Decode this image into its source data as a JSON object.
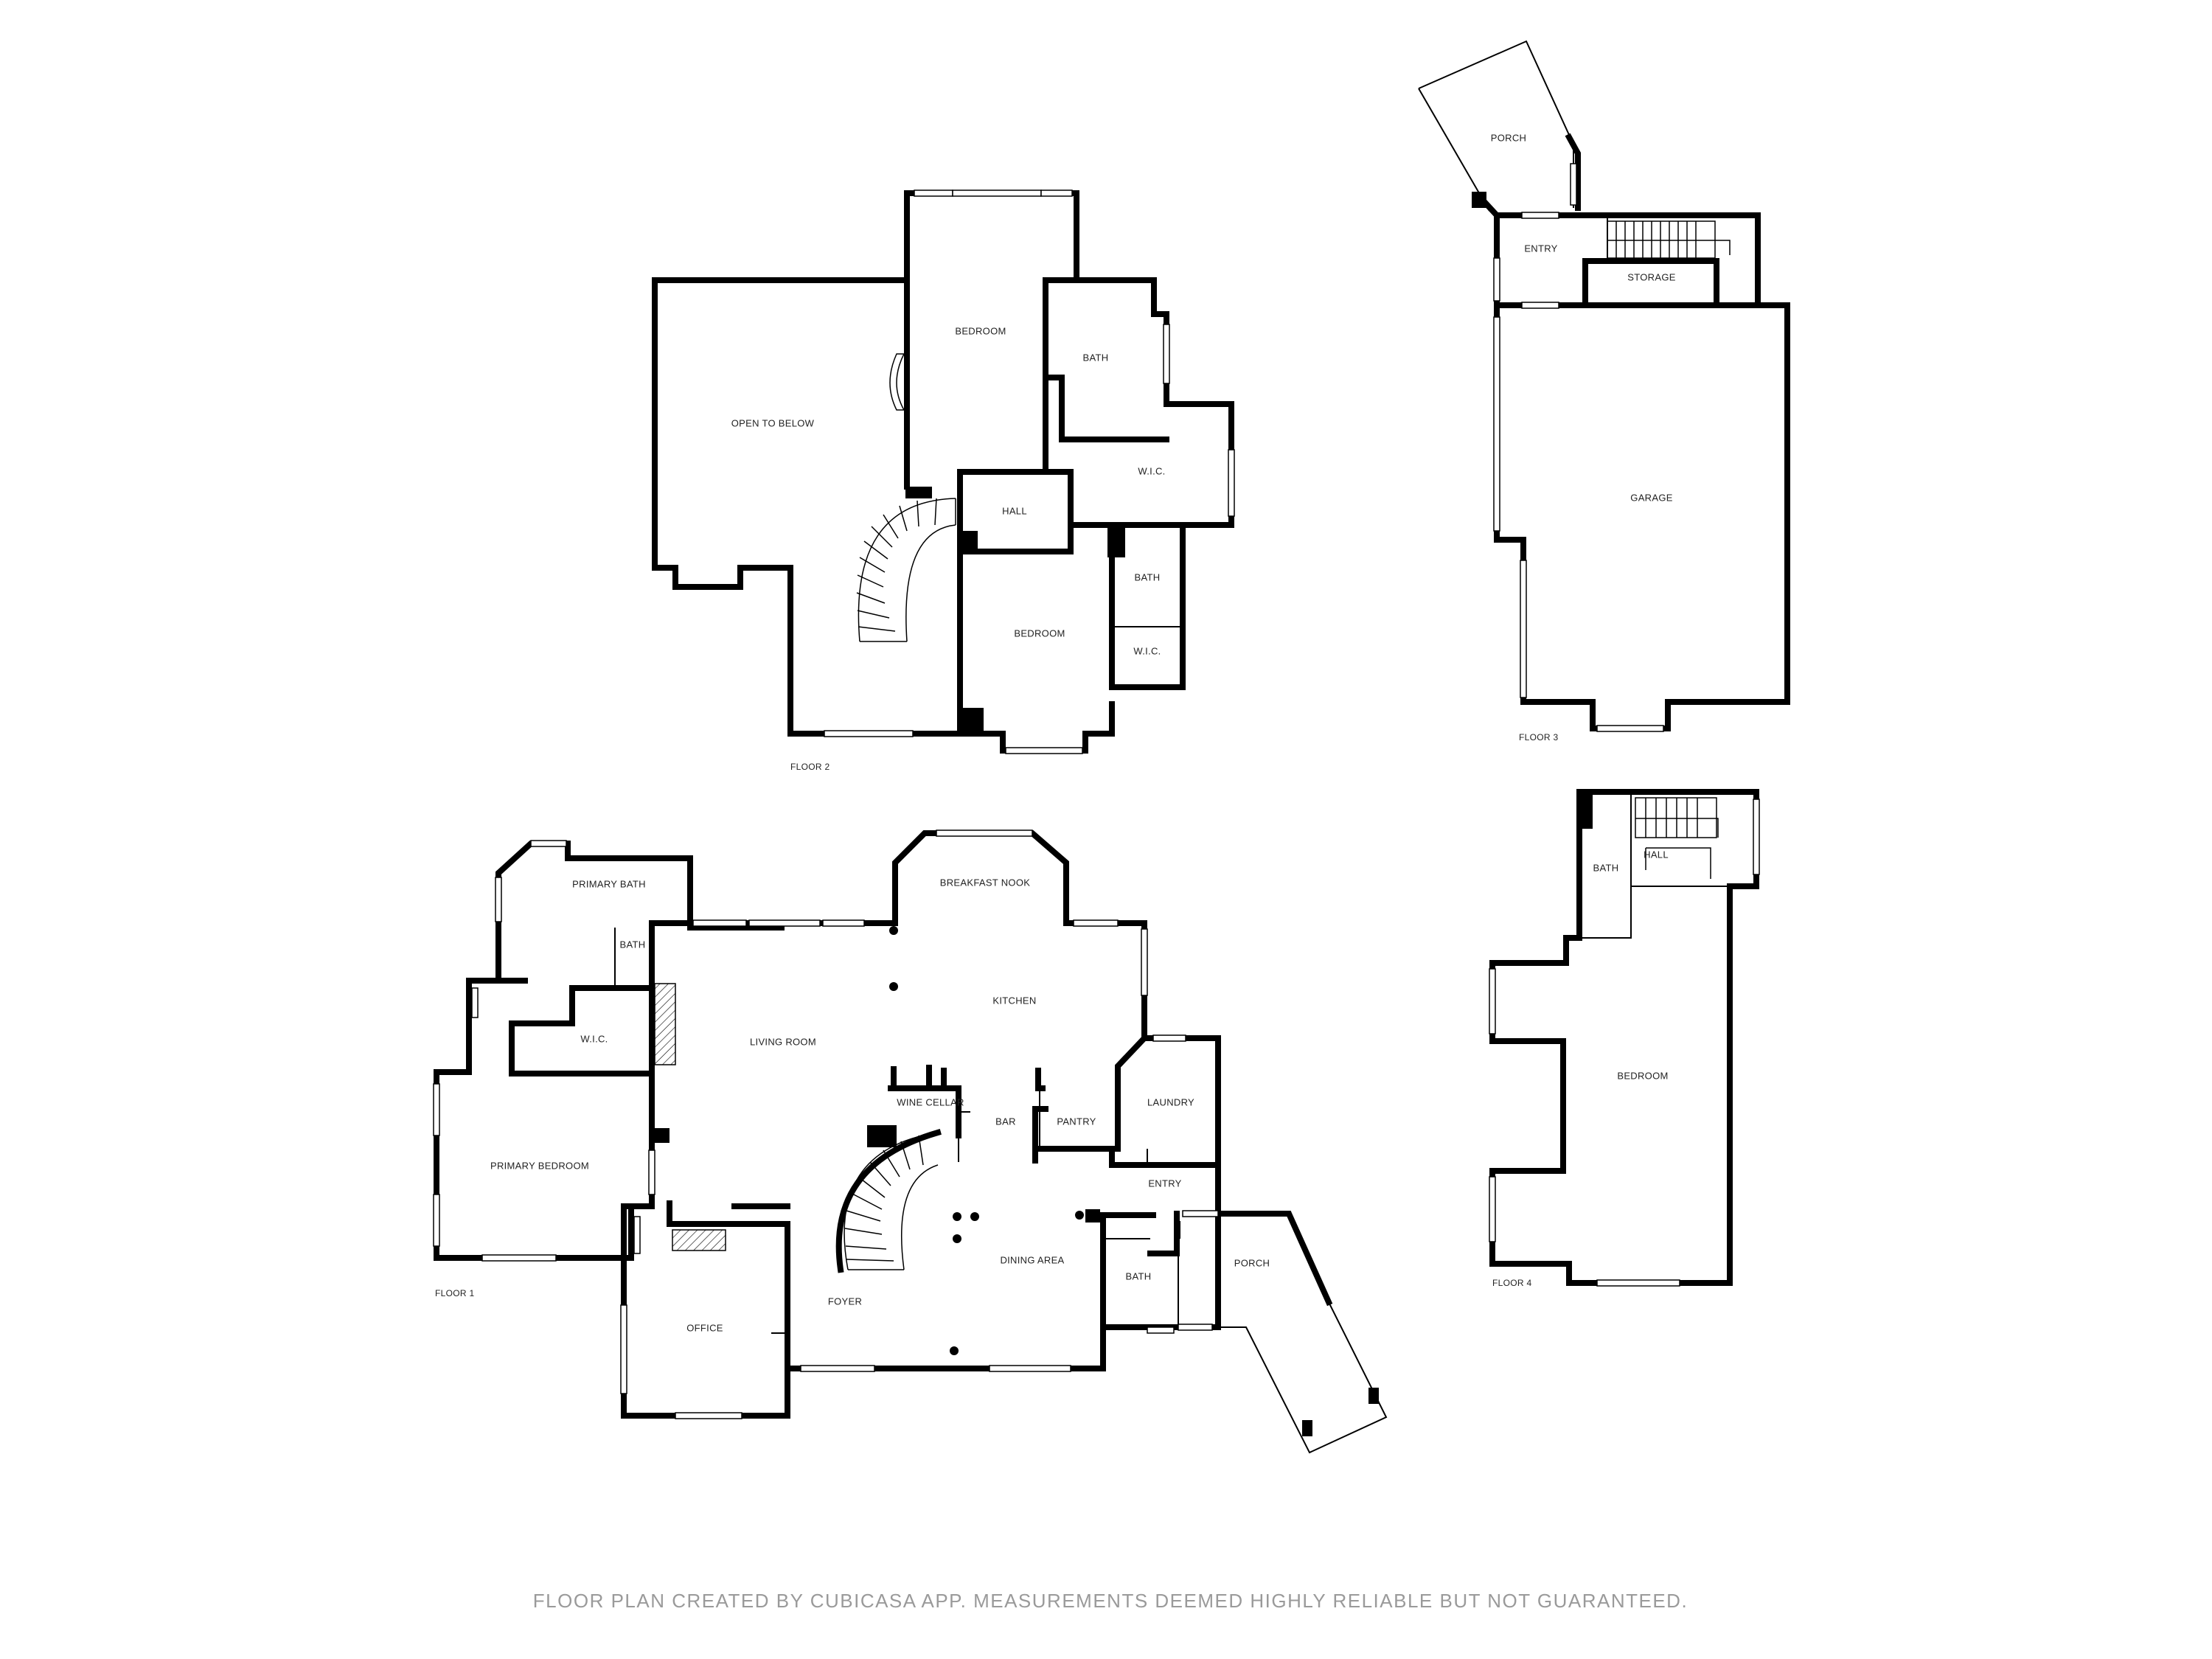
{
  "floors": [
    {
      "label": "FLOOR 1",
      "rooms": [
        "PRIMARY BATH",
        "BATH",
        "W.I.C.",
        "PRIMARY BEDROOM",
        "LIVING ROOM",
        "BREAKFAST NOOK",
        "KITCHEN",
        "WINE CELLAR",
        "BAR",
        "PANTRY",
        "LAUNDRY",
        "ENTRY",
        "FOYER",
        "DINING AREA",
        "BATH",
        "PORCH",
        "OFFICE"
      ]
    },
    {
      "label": "FLOOR 2",
      "rooms": [
        "OPEN TO BELOW",
        "BEDROOM",
        "BATH",
        "W.I.C.",
        "HALL",
        "BATH",
        "BEDROOM",
        "W.I.C."
      ]
    },
    {
      "label": "FLOOR 3",
      "rooms": [
        "PORCH",
        "ENTRY",
        "STORAGE",
        "GARAGE"
      ]
    },
    {
      "label": "FLOOR 4",
      "rooms": [
        "BATH",
        "HALL",
        "BEDROOM"
      ]
    }
  ],
  "footer": "FLOOR PLAN CREATED BY CUBICASA APP. MEASUREMENTS DEEMED HIGHLY RELIABLE BUT NOT GUARANTEED."
}
